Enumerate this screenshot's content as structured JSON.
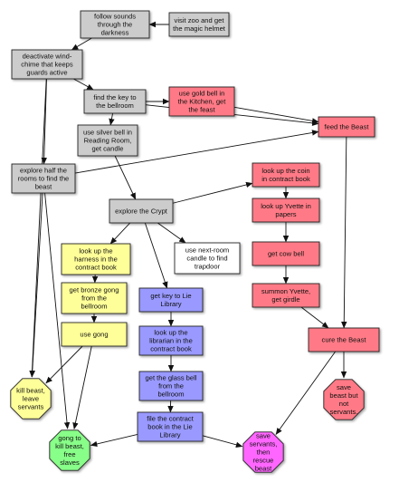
{
  "colors": {
    "gray": "#cccccc",
    "red": "#ff7a86",
    "yellow": "#ffff99",
    "blue": "#9999ff",
    "white": "#ffffff",
    "green": "#88ff88",
    "magenta": "#ff66ff",
    "edge": "#111111"
  },
  "nodes": [
    {
      "id": "follow",
      "lines": [
        "follow sounds",
        "through the",
        "darkness"
      ],
      "shape": "rect",
      "color": "gray"
    },
    {
      "id": "zoo",
      "lines": [
        "visit zoo and get",
        "the magic helmet"
      ],
      "shape": "rect",
      "color": "gray"
    },
    {
      "id": "windchime",
      "lines": [
        "deactivate wind-",
        "chime that keeps",
        "guards active"
      ],
      "shape": "rect",
      "color": "gray"
    },
    {
      "id": "key_bellroom",
      "lines": [
        "find the key to",
        "the bellroom"
      ],
      "shape": "rect",
      "color": "gray"
    },
    {
      "id": "gold_bell",
      "lines": [
        "use gold bell in",
        "the Kitchen, get",
        "the feast"
      ],
      "shape": "rect",
      "color": "red"
    },
    {
      "id": "feed",
      "lines": [
        "feed the Beast"
      ],
      "shape": "rect",
      "color": "red"
    },
    {
      "id": "silver_bell",
      "lines": [
        "use silver bell in",
        "Reading Room,",
        "get candle"
      ],
      "shape": "rect",
      "color": "gray"
    },
    {
      "id": "explore_half",
      "lines": [
        "explore half the",
        "rooms to find the",
        "beast"
      ],
      "shape": "rect",
      "color": "gray"
    },
    {
      "id": "coin",
      "lines": [
        "look up the coin",
        "in contract book"
      ],
      "shape": "rect",
      "color": "red"
    },
    {
      "id": "crypt",
      "lines": [
        "explore the Crypt"
      ],
      "shape": "rect",
      "color": "gray"
    },
    {
      "id": "yvette_papers",
      "lines": [
        "look up Yvette in",
        "papers"
      ],
      "shape": "rect",
      "color": "red"
    },
    {
      "id": "harness",
      "lines": [
        "look up the",
        "harness in the",
        "contract book"
      ],
      "shape": "rect",
      "color": "yellow"
    },
    {
      "id": "candle",
      "lines": [
        "use next-room",
        "candle to find",
        "trapdoor"
      ],
      "shape": "rect",
      "color": "white"
    },
    {
      "id": "cow_bell",
      "lines": [
        "get cow bell"
      ],
      "shape": "rect",
      "color": "red"
    },
    {
      "id": "bronze_gong",
      "lines": [
        "get bronze gong",
        "from the",
        "bellroom"
      ],
      "shape": "rect",
      "color": "yellow"
    },
    {
      "id": "key_lie",
      "lines": [
        "get key to Lie",
        "Library"
      ],
      "shape": "rect",
      "color": "blue"
    },
    {
      "id": "summon",
      "lines": [
        "summon Yvette,",
        "get girdle"
      ],
      "shape": "rect",
      "color": "red"
    },
    {
      "id": "use_gong",
      "lines": [
        "use gong"
      ],
      "shape": "rect",
      "color": "yellow"
    },
    {
      "id": "librarian",
      "lines": [
        "look up the",
        "librarian in the",
        "contract book"
      ],
      "shape": "rect",
      "color": "blue"
    },
    {
      "id": "cure",
      "lines": [
        "cure the Beast"
      ],
      "shape": "rect",
      "color": "red"
    },
    {
      "id": "kill_leave",
      "lines": [
        "kill beast,",
        "leave",
        "servants"
      ],
      "shape": "octagon",
      "color": "yellow"
    },
    {
      "id": "glass_bell",
      "lines": [
        "get the glass bell",
        "from the",
        "bellroom"
      ],
      "shape": "rect",
      "color": "blue"
    },
    {
      "id": "save_beast",
      "lines": [
        "save",
        "beast  but",
        "not",
        "servants."
      ],
      "shape": "octagon",
      "color": "red"
    },
    {
      "id": "file_contract",
      "lines": [
        "file the contract",
        "book in the Lie",
        "Library"
      ],
      "shape": "rect",
      "color": "blue"
    },
    {
      "id": "gong_kill",
      "lines": [
        "gong to",
        "kill beast,",
        "free",
        "slaves"
      ],
      "shape": "octagon",
      "color": "green"
    },
    {
      "id": "save_servants",
      "lines": [
        "save",
        "servants,",
        "then",
        "rescue",
        "beast"
      ],
      "shape": "octagon",
      "color": "magenta"
    }
  ],
  "edges": [
    [
      "zoo",
      "follow"
    ],
    [
      "follow",
      "windchime"
    ],
    [
      "windchime",
      "key_bellroom"
    ],
    [
      "windchime",
      "explore_half"
    ],
    [
      "key_bellroom",
      "gold_bell"
    ],
    [
      "key_bellroom",
      "silver_bell"
    ],
    [
      "key_bellroom",
      "feed"
    ],
    [
      "gold_bell",
      "feed"
    ],
    [
      "explore_half",
      "feed"
    ],
    [
      "silver_bell",
      "crypt"
    ],
    [
      "crypt",
      "coin"
    ],
    [
      "coin",
      "yvette_papers"
    ],
    [
      "yvette_papers",
      "cow_bell"
    ],
    [
      "cow_bell",
      "summon"
    ],
    [
      "summon",
      "cure"
    ],
    [
      "feed",
      "cure"
    ],
    [
      "crypt",
      "harness"
    ],
    [
      "crypt",
      "candle"
    ],
    [
      "crypt",
      "key_lie"
    ],
    [
      "harness",
      "bronze_gong"
    ],
    [
      "bronze_gong",
      "use_gong"
    ],
    [
      "key_lie",
      "librarian"
    ],
    [
      "librarian",
      "glass_bell"
    ],
    [
      "glass_bell",
      "file_contract"
    ],
    [
      "cure",
      "save_beast"
    ],
    [
      "cure",
      "save_servants"
    ],
    [
      "file_contract",
      "save_servants"
    ],
    [
      "file_contract",
      "gong_kill"
    ],
    [
      "explore_half",
      "kill_leave"
    ],
    [
      "explore_half",
      "gong_kill"
    ],
    [
      "windchime",
      "kill_leave"
    ],
    [
      "use_gong",
      "kill_leave"
    ],
    [
      "use_gong",
      "gong_kill"
    ]
  ]
}
